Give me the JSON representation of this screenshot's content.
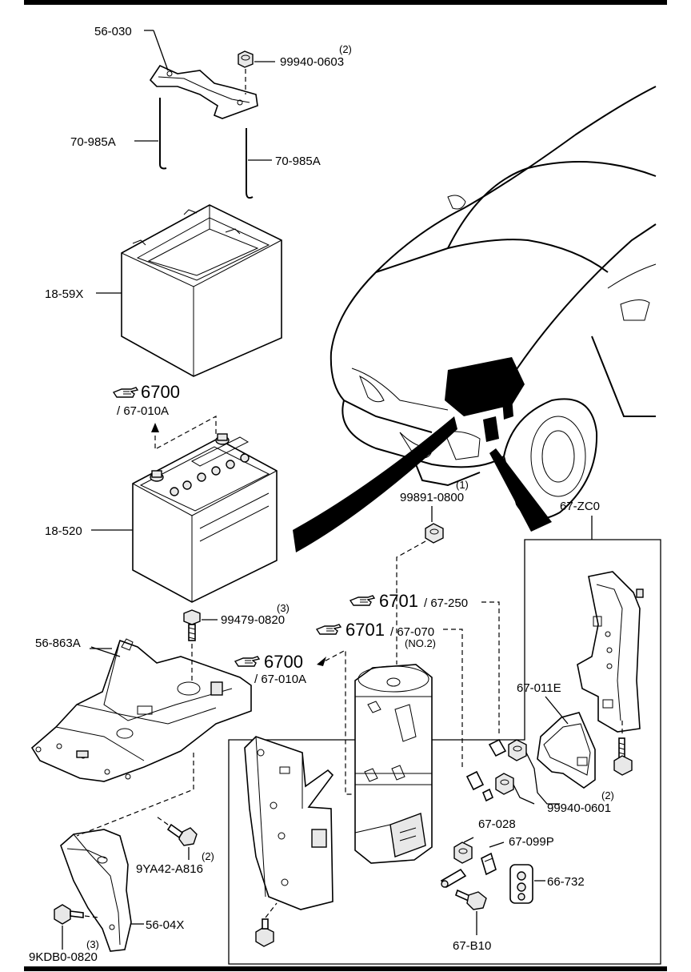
{
  "labels": {
    "bracket_top": "56-030",
    "nut_top_qty": "(2)",
    "nut_top": "99940-0603",
    "rod_left": "70-985A",
    "rod_right": "70-985A",
    "battery_cover": "18-59X",
    "ref_battery_num": "6700",
    "ref_battery_sub": "/ 67-010A",
    "battery": "18-520",
    "nut_mid_qty": "(1)",
    "nut_mid": "99891-0800",
    "kit": "67-ZC0",
    "ref_6701a_num": "6701",
    "ref_6701a_sub": "/ 67-250",
    "bolt_tray_qty": "(3)",
    "bolt_tray": "99479-0820",
    "ref_6701b_num": "6701",
    "ref_6701b_sub": "/ 67-070",
    "ref_6701b_note": "(NO.2)",
    "tray": "56-863A",
    "ref_6700b_num": "6700",
    "ref_6700b_sub": "/ 67-010A",
    "cover_011e": "67-011E",
    "nut_0601_qty": "(2)",
    "nut_0601": "99940-0601",
    "part_028": "67-028",
    "part_099p": "67-099P",
    "part_66732": "66-732",
    "bolt_a816_qty": "(2)",
    "bolt_a816": "9YA42-A816",
    "bracket_04x": "56-04X",
    "bolt_kdb_qty": "(3)",
    "bolt_kdb": "9KDB0-0820",
    "bolt_b10": "67-B10"
  },
  "icons": {
    "reference": "pointing-hand-icon"
  }
}
